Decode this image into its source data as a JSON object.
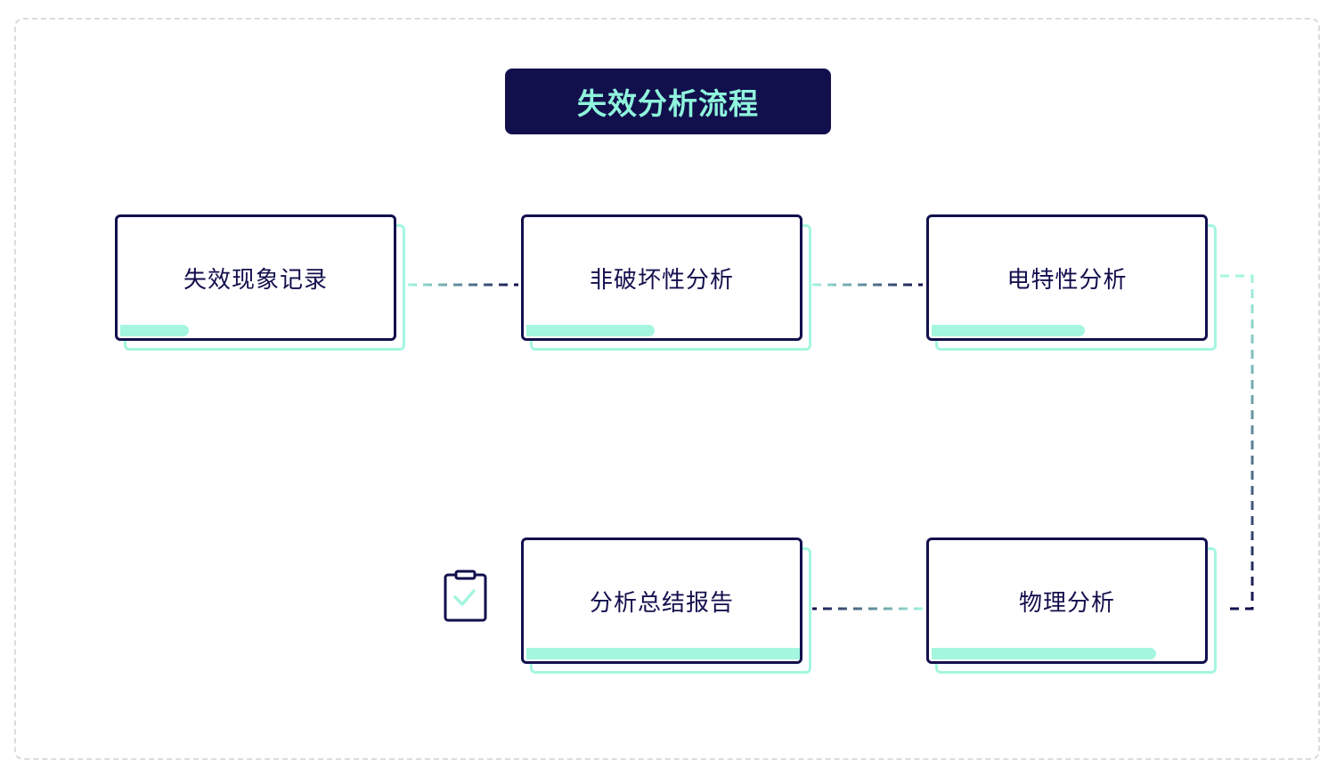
{
  "title": "失效分析流程",
  "colors": {
    "navy": "#120f4d",
    "mint": "#a4f6df",
    "title_text": "#8ff5dc",
    "frame": "#dcdcdc"
  },
  "nodes": [
    {
      "id": "record",
      "label": "失效现象记录",
      "progress": 0.25
    },
    {
      "id": "nondestructive",
      "label": "非破坏性分析",
      "progress": 0.47
    },
    {
      "id": "electrical",
      "label": "电特性分析",
      "progress": 0.56
    },
    {
      "id": "physical",
      "label": "物理分析",
      "progress": 0.82
    },
    {
      "id": "summary",
      "label": "分析总结报告",
      "progress": 1.0
    }
  ],
  "icons": {
    "report": "clipboard-check-icon"
  }
}
